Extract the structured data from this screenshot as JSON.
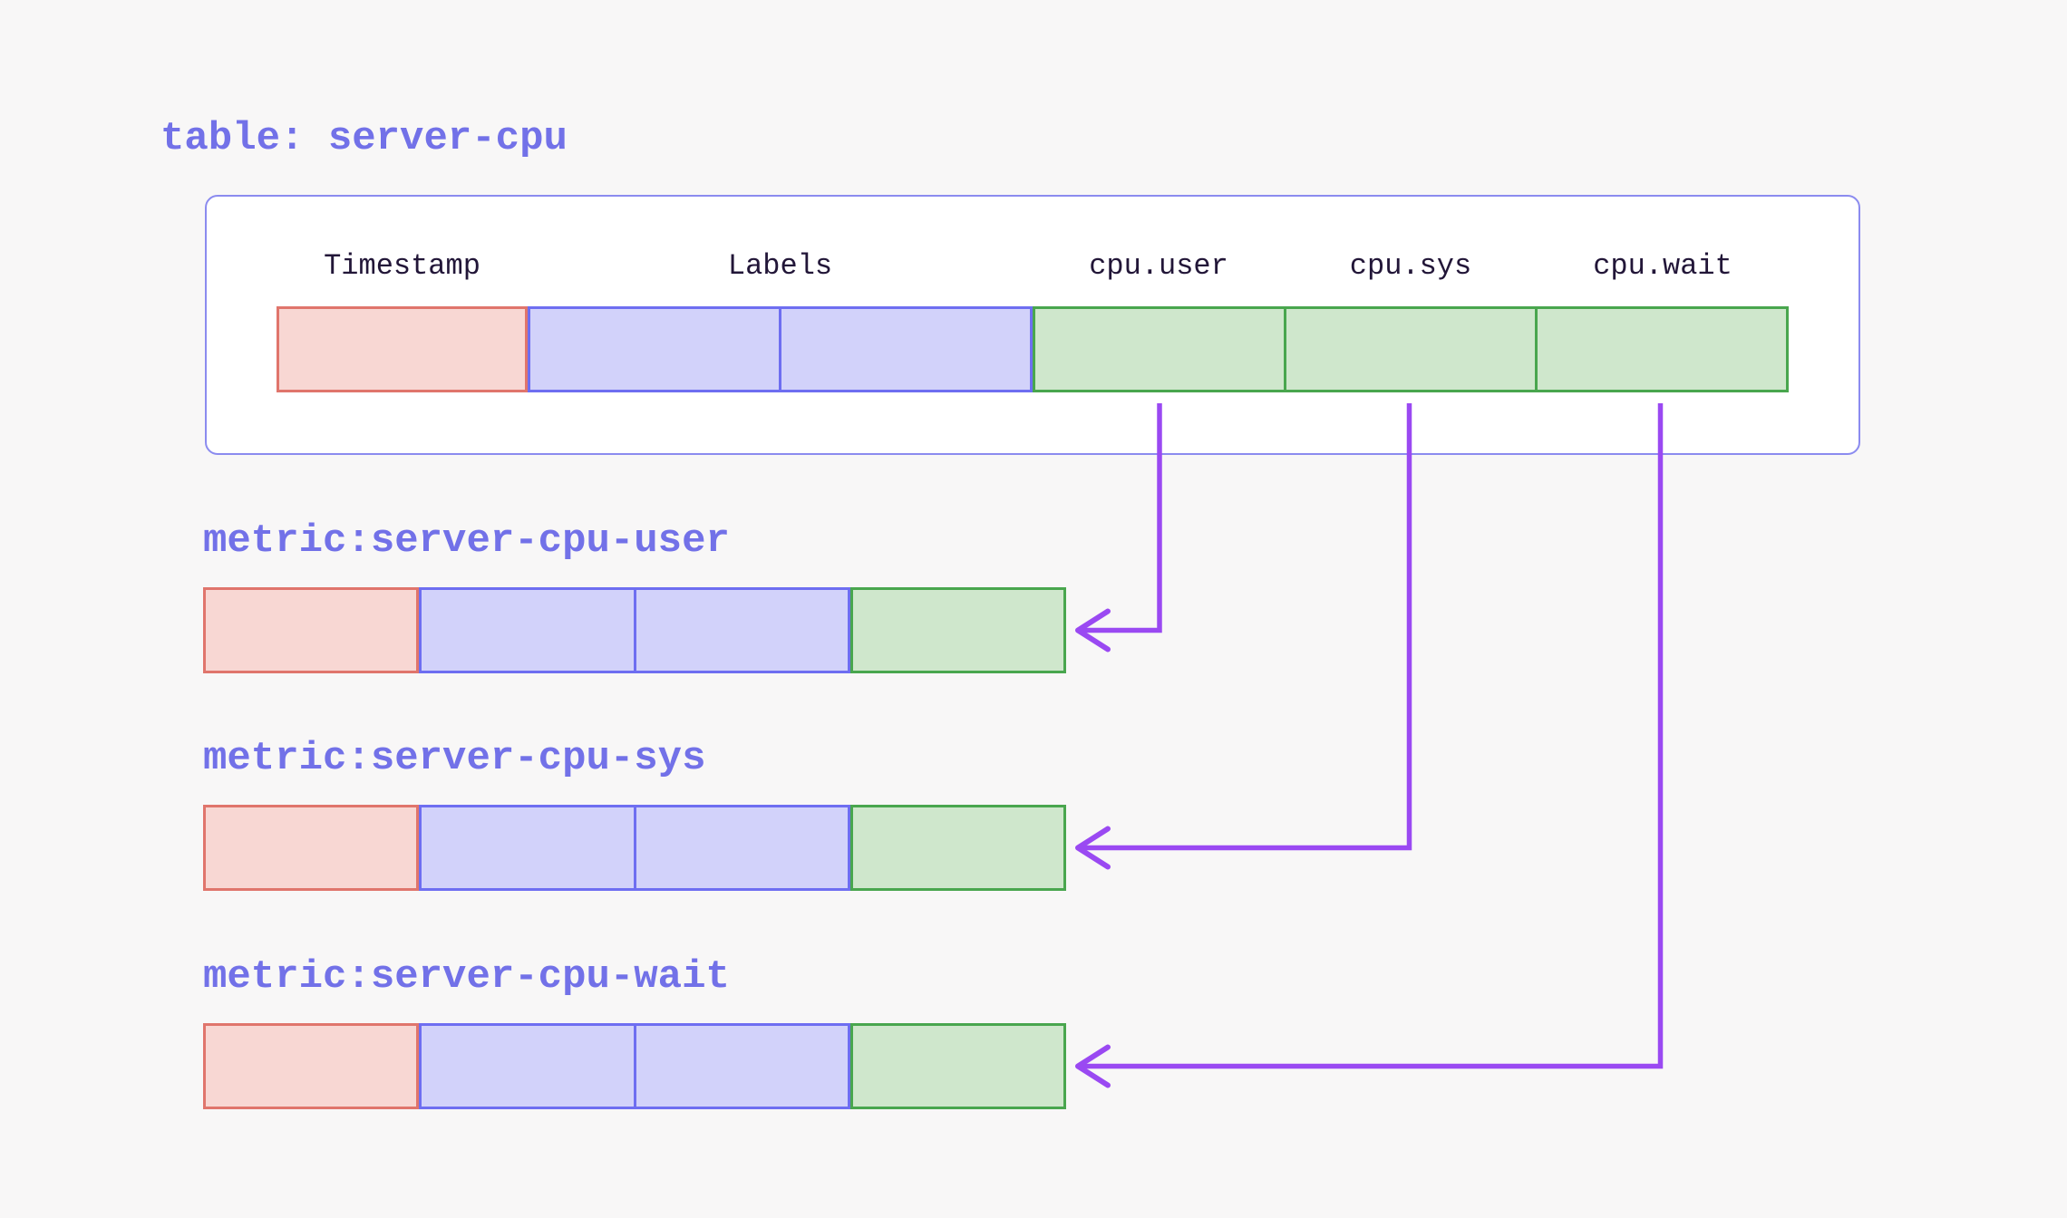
{
  "table": {
    "title": "table: server-cpu",
    "columns": [
      {
        "label": "Timestamp",
        "kind": "timestamp",
        "span": 1
      },
      {
        "label": "Labels",
        "kind": "labels",
        "span": 2
      },
      {
        "label": "cpu.user",
        "kind": "field",
        "span": 1
      },
      {
        "label": "cpu.sys",
        "kind": "field",
        "span": 1
      },
      {
        "label": "cpu.wait",
        "kind": "field",
        "span": 1
      }
    ]
  },
  "metrics": [
    {
      "title": "metric:server-cpu-user",
      "source_column": "cpu.user"
    },
    {
      "title": "metric:server-cpu-sys",
      "source_column": "cpu.sys"
    },
    {
      "title": "metric:server-cpu-wait",
      "source_column": "cpu.wait"
    }
  ],
  "arrows": [
    {
      "from_column": "cpu.user",
      "to_metric": 0
    },
    {
      "from_column": "cpu.sys",
      "to_metric": 1
    },
    {
      "from_column": "cpu.wait",
      "to_metric": 2
    }
  ],
  "colors": {
    "background": "#f8f7f7",
    "card_fill": "#ffffff",
    "card_border": "#8b8bef",
    "title_text": "#7271e8",
    "header_text": "#221638",
    "timestamp_fill": "#f8d7d3",
    "timestamp_border": "#e0756c",
    "labels_fill": "#d2d2fa",
    "labels_border": "#6e6ef1",
    "field_fill": "#cfe7cc",
    "field_border": "#49a64e",
    "arrow": "#9a49f2"
  }
}
